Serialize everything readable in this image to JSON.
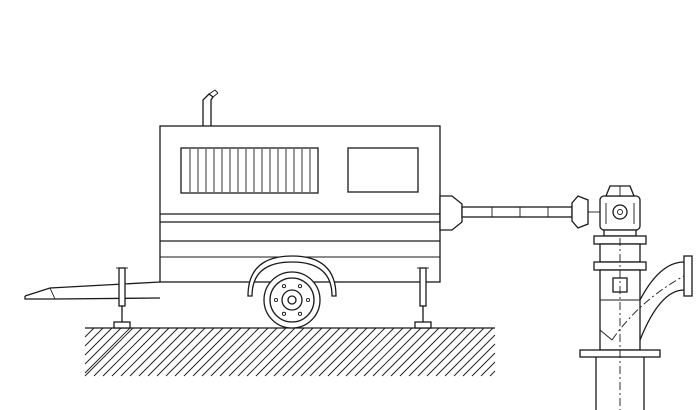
{
  "diagram": {
    "kind": "line-drawing",
    "labels": [],
    "components": [
      "trailer-mounted-engine-housing",
      "exhaust-stack",
      "radiator-grille",
      "access-window",
      "tow-drawbar",
      "support-jack-front",
      "support-jack-rear",
      "trailer-wheel",
      "drive-shaft",
      "right-angle-gearbox",
      "vertical-pump-column",
      "discharge-elbow",
      "ground-hatching"
    ],
    "colors": {
      "line": "#1a1a1a",
      "background": "#ffffff"
    }
  }
}
